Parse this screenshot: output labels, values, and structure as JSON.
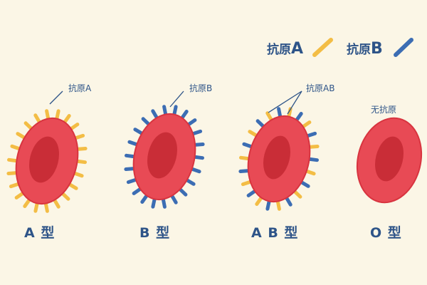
{
  "legend": {
    "antigen_a": {
      "prefix": "抗原",
      "letter": "A"
    },
    "antigen_b": {
      "prefix": "抗原",
      "letter": "B"
    }
  },
  "cells": [
    {
      "id": "a",
      "type_label": "A 型",
      "antigen_label": "抗原A",
      "antigens": [
        "A"
      ]
    },
    {
      "id": "b",
      "type_label": "B 型",
      "antigen_label": "抗原B",
      "antigens": [
        "B"
      ]
    },
    {
      "id": "ab",
      "type_label": "A B 型",
      "antigen_label": "抗原AB",
      "antigens": [
        "A",
        "B"
      ]
    },
    {
      "id": "o",
      "type_label": "O 型",
      "antigen_label": "无抗原",
      "antigens": []
    }
  ],
  "colors": {
    "background": "#fbf6e6",
    "cell_body": "#e84a55",
    "cell_outline": "#d8343f",
    "cell_core": "#c92d37",
    "antigen_a": "#f3bd45",
    "antigen_b": "#3c6db3",
    "text": "#2e5488"
  }
}
